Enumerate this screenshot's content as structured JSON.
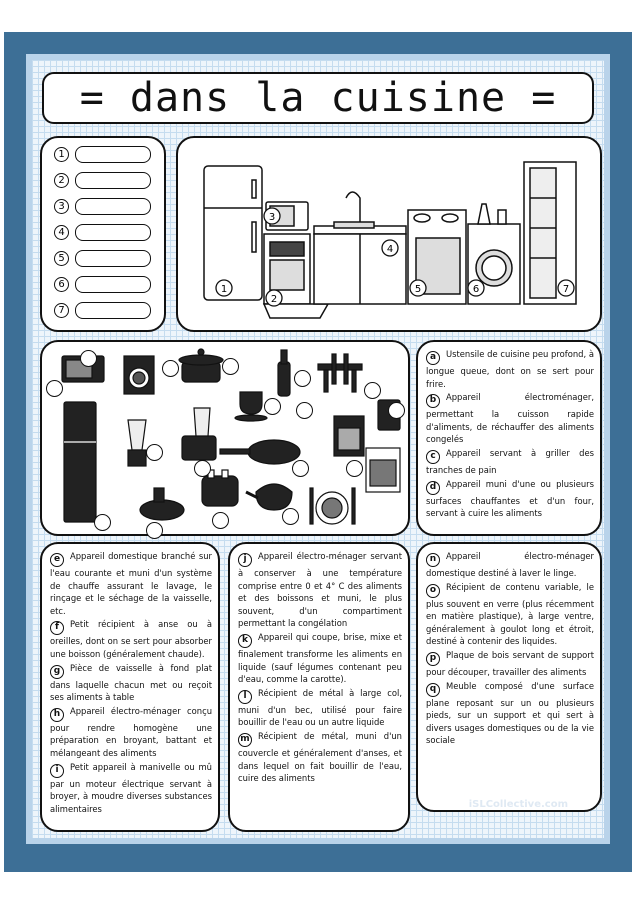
{
  "title": "= dans la cuisine =",
  "numbers": [
    "1",
    "2",
    "3",
    "4",
    "5",
    "6",
    "7"
  ],
  "definitions": [
    {
      "letter": "a",
      "text": "Ustensile de cuisine peu profond, à longue queue, dont on se sert pour frire."
    },
    {
      "letter": "b",
      "text": "Appareil électroménager, permettant la cuisson rapide d'aliments, de réchauffer des aliments congelés"
    },
    {
      "letter": "c",
      "text": "Appareil servant à griller des tranches de pain"
    },
    {
      "letter": "d",
      "text": "Appareil muni d'une ou plusieurs surfaces chauffantes et d'un four, servant à cuire les aliments"
    },
    {
      "letter": "e",
      "text": "Appareil domestique branché sur l'eau courante et muni d'un système de chauffe assurant le lavage, le rinçage et le séchage de la vaisselle, etc."
    },
    {
      "letter": "f",
      "text": "Petit récipient à anse ou à oreilles, dont on se sert pour absorber une boisson (généralement chaude)."
    },
    {
      "letter": "g",
      "text": "Pièce de vaisselle à fond plat dans laquelle chacun met ou reçoit ses aliments à table"
    },
    {
      "letter": "h",
      "text": "Appareil électro-ménager conçu pour rendre homogène une préparation en broyant, battant et mélangeant des aliments"
    },
    {
      "letter": "i",
      "text": "Petit appareil à manivelle ou mû par un moteur électrique servant à broyer, à moudre diverses substances alimentaires"
    },
    {
      "letter": "j",
      "text": "Appareil électro-ménager servant à conserver à une température comprise entre 0 et 4° C des aliments et des boissons et muni, le plus souvent, d'un compartiment permettant la congélation"
    },
    {
      "letter": "k",
      "text": "Appareil qui coupe, brise, mixe et finalement transforme les aliments en liquide (sauf légumes contenant peu d'eau, comme la carotte)."
    },
    {
      "letter": "l",
      "text": "Récipient de métal à large col, muni d'un bec, utilisé pour faire bouillir de l'eau ou un autre liquide"
    },
    {
      "letter": "m",
      "text": "Récipient de métal, muni d'un couvercle et généralement d'anses, et dans lequel on fait bouillir de l'eau, cuire des aliments"
    },
    {
      "letter": "n",
      "text": "Appareil électro-ménager domestique destiné à laver le linge."
    },
    {
      "letter": "o",
      "text": "Récipient de contenu variable, le plus souvent en verre (plus récemment en matière plastique), à large ventre, généralement à goulot long et étroit, destiné à contenir des liquides."
    },
    {
      "letter": "p",
      "text": "Plaque de bois servant de support pour découper, travailler des aliments"
    },
    {
      "letter": "q",
      "text": "Meuble composé d'une surface plane reposant sur un ou plusieurs pieds, sur un support et qui sert à divers usages domestiques ou de la vie sociale"
    }
  ],
  "illustration_items": [
    "microwave",
    "washing-machine",
    "pot",
    "bottle",
    "table",
    "fridge",
    "blender",
    "food-processor",
    "cup",
    "cutting-board",
    "frying-pan",
    "stove",
    "dishwasher",
    "meat-grinder",
    "toaster",
    "kettle",
    "plate"
  ],
  "watermark": "iSLCollective.com",
  "colors": {
    "frame": "#3d6f96",
    "grid": "#eef5fb"
  }
}
